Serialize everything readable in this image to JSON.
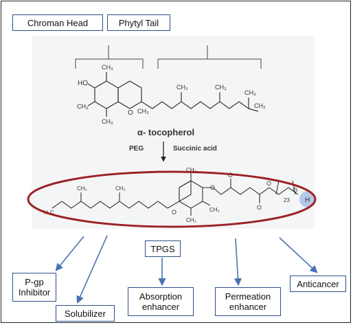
{
  "labels": {
    "chroman_head": "Chroman Head",
    "phytyl_tail": "Phytyl Tail",
    "tpgs": "TPGS",
    "pgp_inhibitor": "P-gp\nInhibitor",
    "solubilizer": "Solubilizer",
    "absorption_enhancer": "Absorption\nenhancer",
    "permeation_enhancer": "Permeation\nenhancer",
    "anticancer": "Anticancer"
  },
  "structure": {
    "compound": "α- tocopherol",
    "reagent_left": "PEG",
    "reagent_right": "Succinic acid",
    "atoms": {
      "ho": "HO",
      "ch3": "CH₃",
      "o": "O",
      "h3c": "H₃C",
      "h": "H",
      "repeat": "23"
    }
  },
  "colors": {
    "box_border": "#2b4f86",
    "arrow": "#4a72b0",
    "ellipse": "#9b2226",
    "highlight": "#9fb8e3"
  }
}
